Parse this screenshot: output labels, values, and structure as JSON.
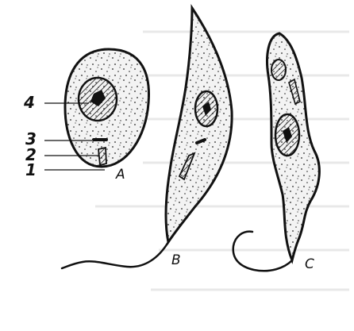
{
  "labels": {
    "n4": "4",
    "n3": "3",
    "n2": "2",
    "n1": "1",
    "A": "A",
    "B": "B",
    "C": "C"
  },
  "colors": {
    "ink": "#111111",
    "cell_fill": "#f3f3f3",
    "bg_text": "#e6e6e6",
    "paper": "#ffffff"
  }
}
